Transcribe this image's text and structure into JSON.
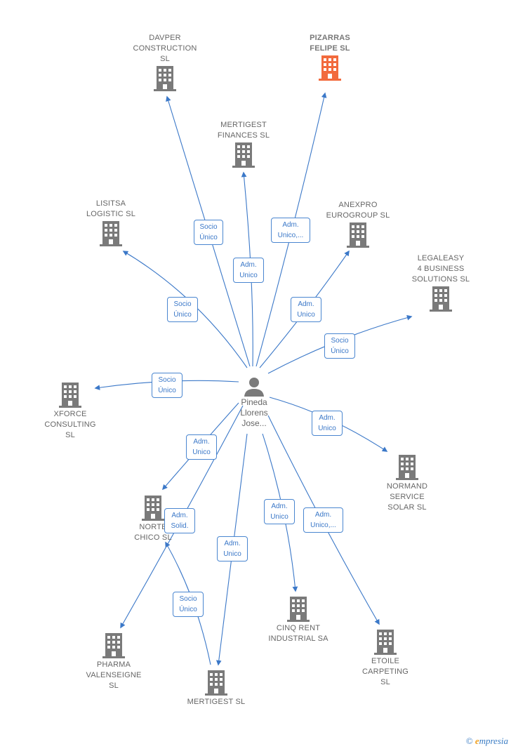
{
  "center": {
    "label": "Pineda\nLlorens\nJose..."
  },
  "companies": {
    "davper": "DAVPER\nCONSTRUCTION\nSL",
    "pizarras": "PIZARRAS\nFELIPE  SL",
    "mertigest_finances": "MERTIGEST\nFINANCES  SL",
    "lisitsa": "LISITSA\nLOGISTIC  SL",
    "anexpro": "ANEXPRO\nEUROGROUP SL",
    "legaleasy": "LEGALEASY\n4 BUSINESS\nSOLUTIONS  SL",
    "xforce": "XFORCE\nCONSULTING\nSL",
    "normand": "NORMAND\nSERVICE\nSOLAR  SL",
    "norte_chico": "NORTE\nCHICO SL",
    "cinq_rent": "CINQ RENT\nINDUSTRIAL SA",
    "etoile": "ETOILE\nCARPETING\nSL",
    "pharma": "PHARMA\nVALENSEIGNE\nSL",
    "mertigest": "MERTIGEST SL"
  },
  "edge_labels": {
    "davper": "Socio\nÚnico",
    "mertigest_finances": "Adm.\nUnico",
    "pizarras": "Adm.\nUnico,...",
    "lisitsa": "Socio\nÚnico",
    "anexpro": "Adm.\nUnico",
    "legaleasy": "Socio\nÚnico",
    "xforce": "Socio\nÚnico",
    "norte_chico": "Adm.\nUnico",
    "normand": "Adm.\nUnico",
    "pharma": "Adm.\nSolid.",
    "mertigest": "Adm.\nUnico",
    "cinq_rent": "Adm.\nUnico",
    "etoile": "Adm.\nUnico,...",
    "norte_mertigest": "Socio\nÚnico"
  },
  "colors": {
    "line": "#3b78c8",
    "building": "#7a7a7a",
    "focus_building": "#f26a3d",
    "person": "#7a7a7a"
  },
  "footer": {
    "brand_symbol": "©",
    "brand_initial": "e",
    "brand_rest": "mpresia"
  }
}
